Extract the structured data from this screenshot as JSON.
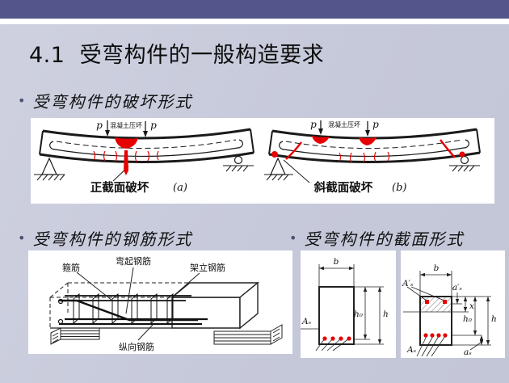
{
  "slide": {
    "title": "4.1  受弯构件的一般构造要求",
    "bullet_char": "•",
    "bullets": [
      "受弯构件的破坏形式",
      "受弯构件的钢筋形式",
      "受弯构件的截面形式"
    ]
  },
  "failure": {
    "load_label": "p",
    "crush_label": "混凝土压坏",
    "caption_a": "正截面破坏",
    "tag_a": "(a)",
    "caption_b": "斜截面破坏",
    "tag_b": "(b)"
  },
  "rebar3d": {
    "stirrup": "箍筋",
    "bent_up": "弯起钢筋",
    "erection": "架立钢筋",
    "longitudinal": "纵向钢筋"
  },
  "section_single": {
    "b": "b",
    "h0": "h₀",
    "h": "h",
    "As": "Aₛ"
  },
  "section_double": {
    "b": "b",
    "As_top": "A′ₛ",
    "as_top": "a′ₛ",
    "x": "x",
    "h0": "h₀",
    "h": "h",
    "As_bottom": "Aₛ",
    "as_bot": "aₛ"
  },
  "colors": {
    "header_bar": "#53558b",
    "background": "#c6c9da",
    "panel": "#ffffff",
    "ink": "#1a1a1a",
    "highlight_red": "#e60000"
  }
}
